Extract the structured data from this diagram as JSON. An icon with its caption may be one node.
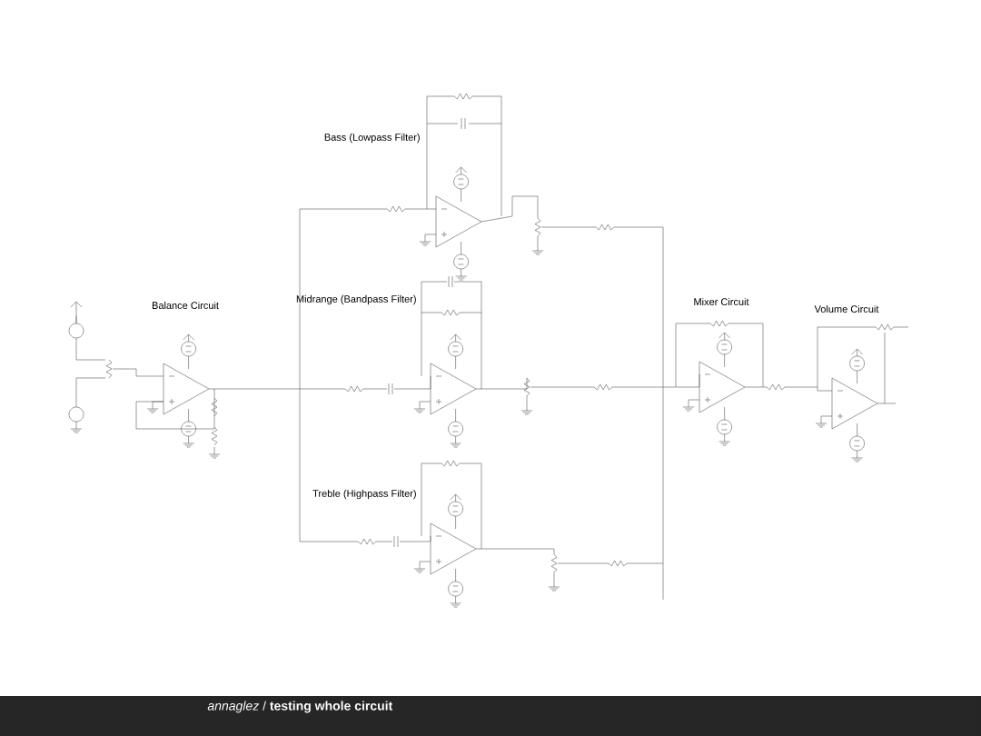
{
  "diagram": {
    "labels": [
      "Balance Circuit",
      "Bass (Lowpass Filter)",
      "Midrange (Bandpass Filter)",
      "Treble (Highpass Filter)",
      "Mixer Circuit",
      "Volume Circuit",
      "*annaglez* / **testing whole circuit**"
    ]
  }
}
